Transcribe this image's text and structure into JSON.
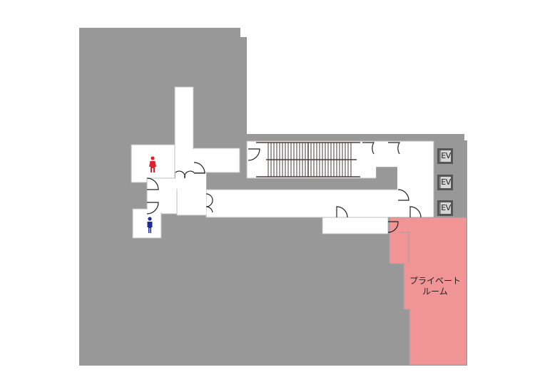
{
  "map": {
    "type": "floor-plan",
    "colors": {
      "wall": "#989898",
      "corridor": "#ffffff",
      "highlight_room": "#f09496",
      "door_line": "#222222",
      "stairs": "#4a3a3a",
      "female_icon": "#e02030",
      "male_icon": "#1c2a9c",
      "elevator_frame": "#555555",
      "elevator_face": "#d6d6d6"
    },
    "rooms": [
      {
        "id": "private-room",
        "label_line1": "プライベート",
        "label_line2": "ルーム",
        "highlighted": true
      }
    ],
    "elevators": [
      {
        "label": "EV"
      },
      {
        "label": "EV"
      },
      {
        "label": "EV"
      }
    ],
    "restrooms": [
      {
        "type": "female",
        "icon": "female-icon"
      },
      {
        "type": "male",
        "icon": "male-icon"
      }
    ],
    "features": [
      "stairs",
      "corridors",
      "doors"
    ]
  }
}
